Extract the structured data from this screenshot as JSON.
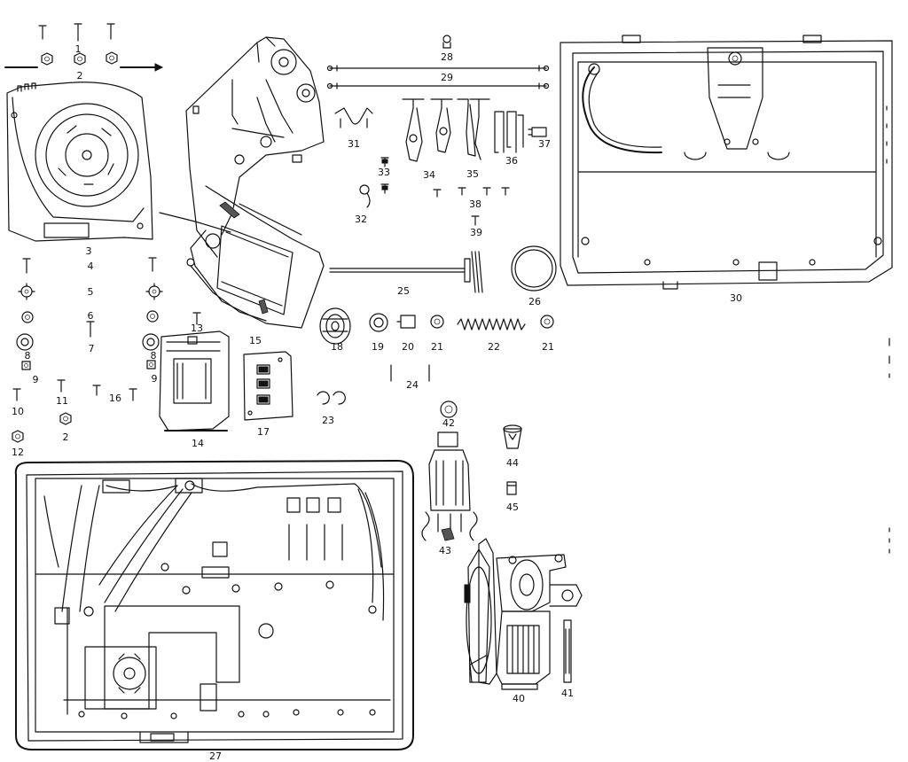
{
  "labels": {
    "l1": "1",
    "l2": "2",
    "l2b": "2",
    "l3": "3",
    "l4": "4",
    "l5": "5",
    "l6": "6",
    "l7": "7",
    "l8": "8",
    "l8b": "8",
    "l9": "9",
    "l9b": "9",
    "l10": "10",
    "l11": "11",
    "l12": "12",
    "l13": "13",
    "l14": "14",
    "l15": "15",
    "l16": "16",
    "l17": "17",
    "l18": "18",
    "l19": "19",
    "l20": "20",
    "l21": "21",
    "l21b": "21",
    "l22": "22",
    "l23": "23",
    "l24": "24",
    "l25": "25",
    "l26": "26",
    "l27": "27",
    "l28": "28",
    "l29": "29",
    "l30": "30",
    "l31": "31",
    "l32": "32",
    "l33": "33",
    "l34": "34",
    "l35": "35",
    "l36": "36",
    "l37": "37",
    "l38": "38",
    "l39": "39",
    "l40": "40",
    "l41": "41",
    "l42": "42",
    "l43": "43",
    "l44": "44",
    "l45": "45"
  },
  "colors": {
    "ink": "#111111",
    "paper": "#ffffff"
  }
}
